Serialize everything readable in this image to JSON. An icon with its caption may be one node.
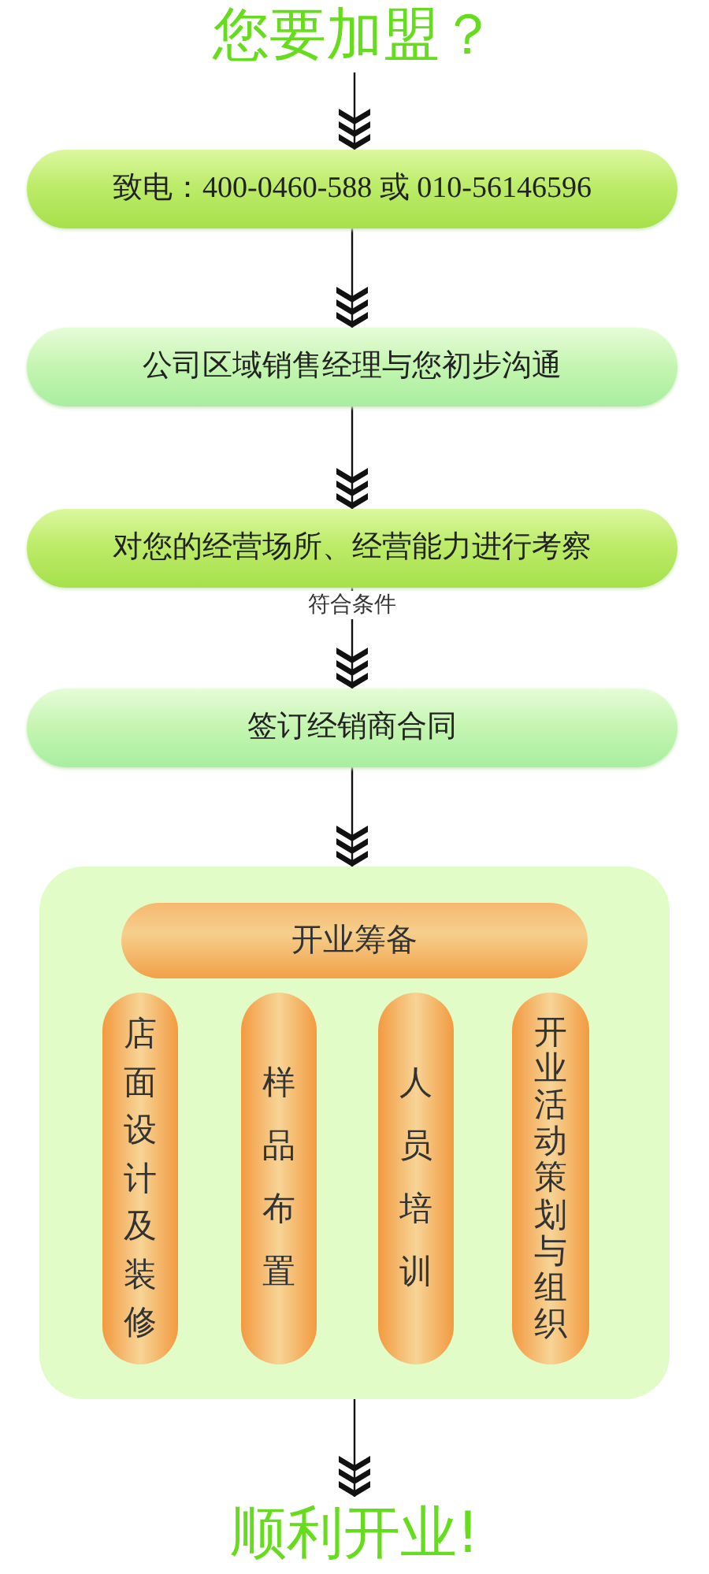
{
  "diagram": {
    "nodes": [
      {
        "text": [
          "您要加盟？"
        ]
      },
      {
        "text": [
          "致电：400-0460-588 或 010-56146596"
        ]
      },
      {
        "text": [
          "公司区域销售经理与您初步沟通"
        ]
      },
      {
        "text": [
          "对您的经营场所、经营能力进行考察"
        ]
      },
      {
        "text": [
          "签订经销商合同"
        ]
      },
      {
        "text": [],
        "shape": "box"
      },
      {
        "text": [
          "开业筹备"
        ],
        "in": 5
      },
      {
        "text": [
          "店面设计及装修"
        ],
        "in": 5
      },
      {
        "text": [
          "样品布置"
        ],
        "in": 5
      },
      {
        "text": [
          "人员培训"
        ],
        "in": 5
      },
      {
        "text": [
          "开业活动策划与组织"
        ],
        "in": 5
      },
      {
        "text": [
          "顺利开业!"
        ]
      }
    ],
    "edges": [
      {
        "from": 0,
        "to": 1,
        "arrow": "to"
      },
      {
        "from": 1,
        "to": 2,
        "arrow": "to"
      },
      {
        "from": 2,
        "to": 3,
        "arrow": "to"
      },
      {
        "from": 3,
        "to": 4,
        "arrow": "to",
        "label": "符合条件"
      },
      {
        "from": 4,
        "to": 5,
        "arrow": "to"
      },
      {
        "from": 5,
        "to": 11,
        "arrow": "to"
      }
    ]
  }
}
